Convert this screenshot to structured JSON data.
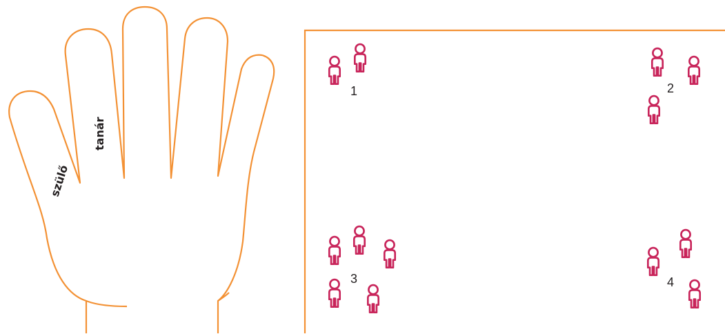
{
  "colors": {
    "outline": "#f39134",
    "figure": "#c8245a",
    "text": "#231f20"
  },
  "hand": {
    "fingers": {
      "little": "szülő",
      "ring": "tanár"
    }
  },
  "field": {
    "groups": [
      {
        "label": "1",
        "people": 2
      },
      {
        "label": "2",
        "people": 3
      },
      {
        "label": "3",
        "people": 5
      },
      {
        "label": "4",
        "people": 3
      }
    ]
  },
  "icons": {
    "person": "person-icon"
  }
}
